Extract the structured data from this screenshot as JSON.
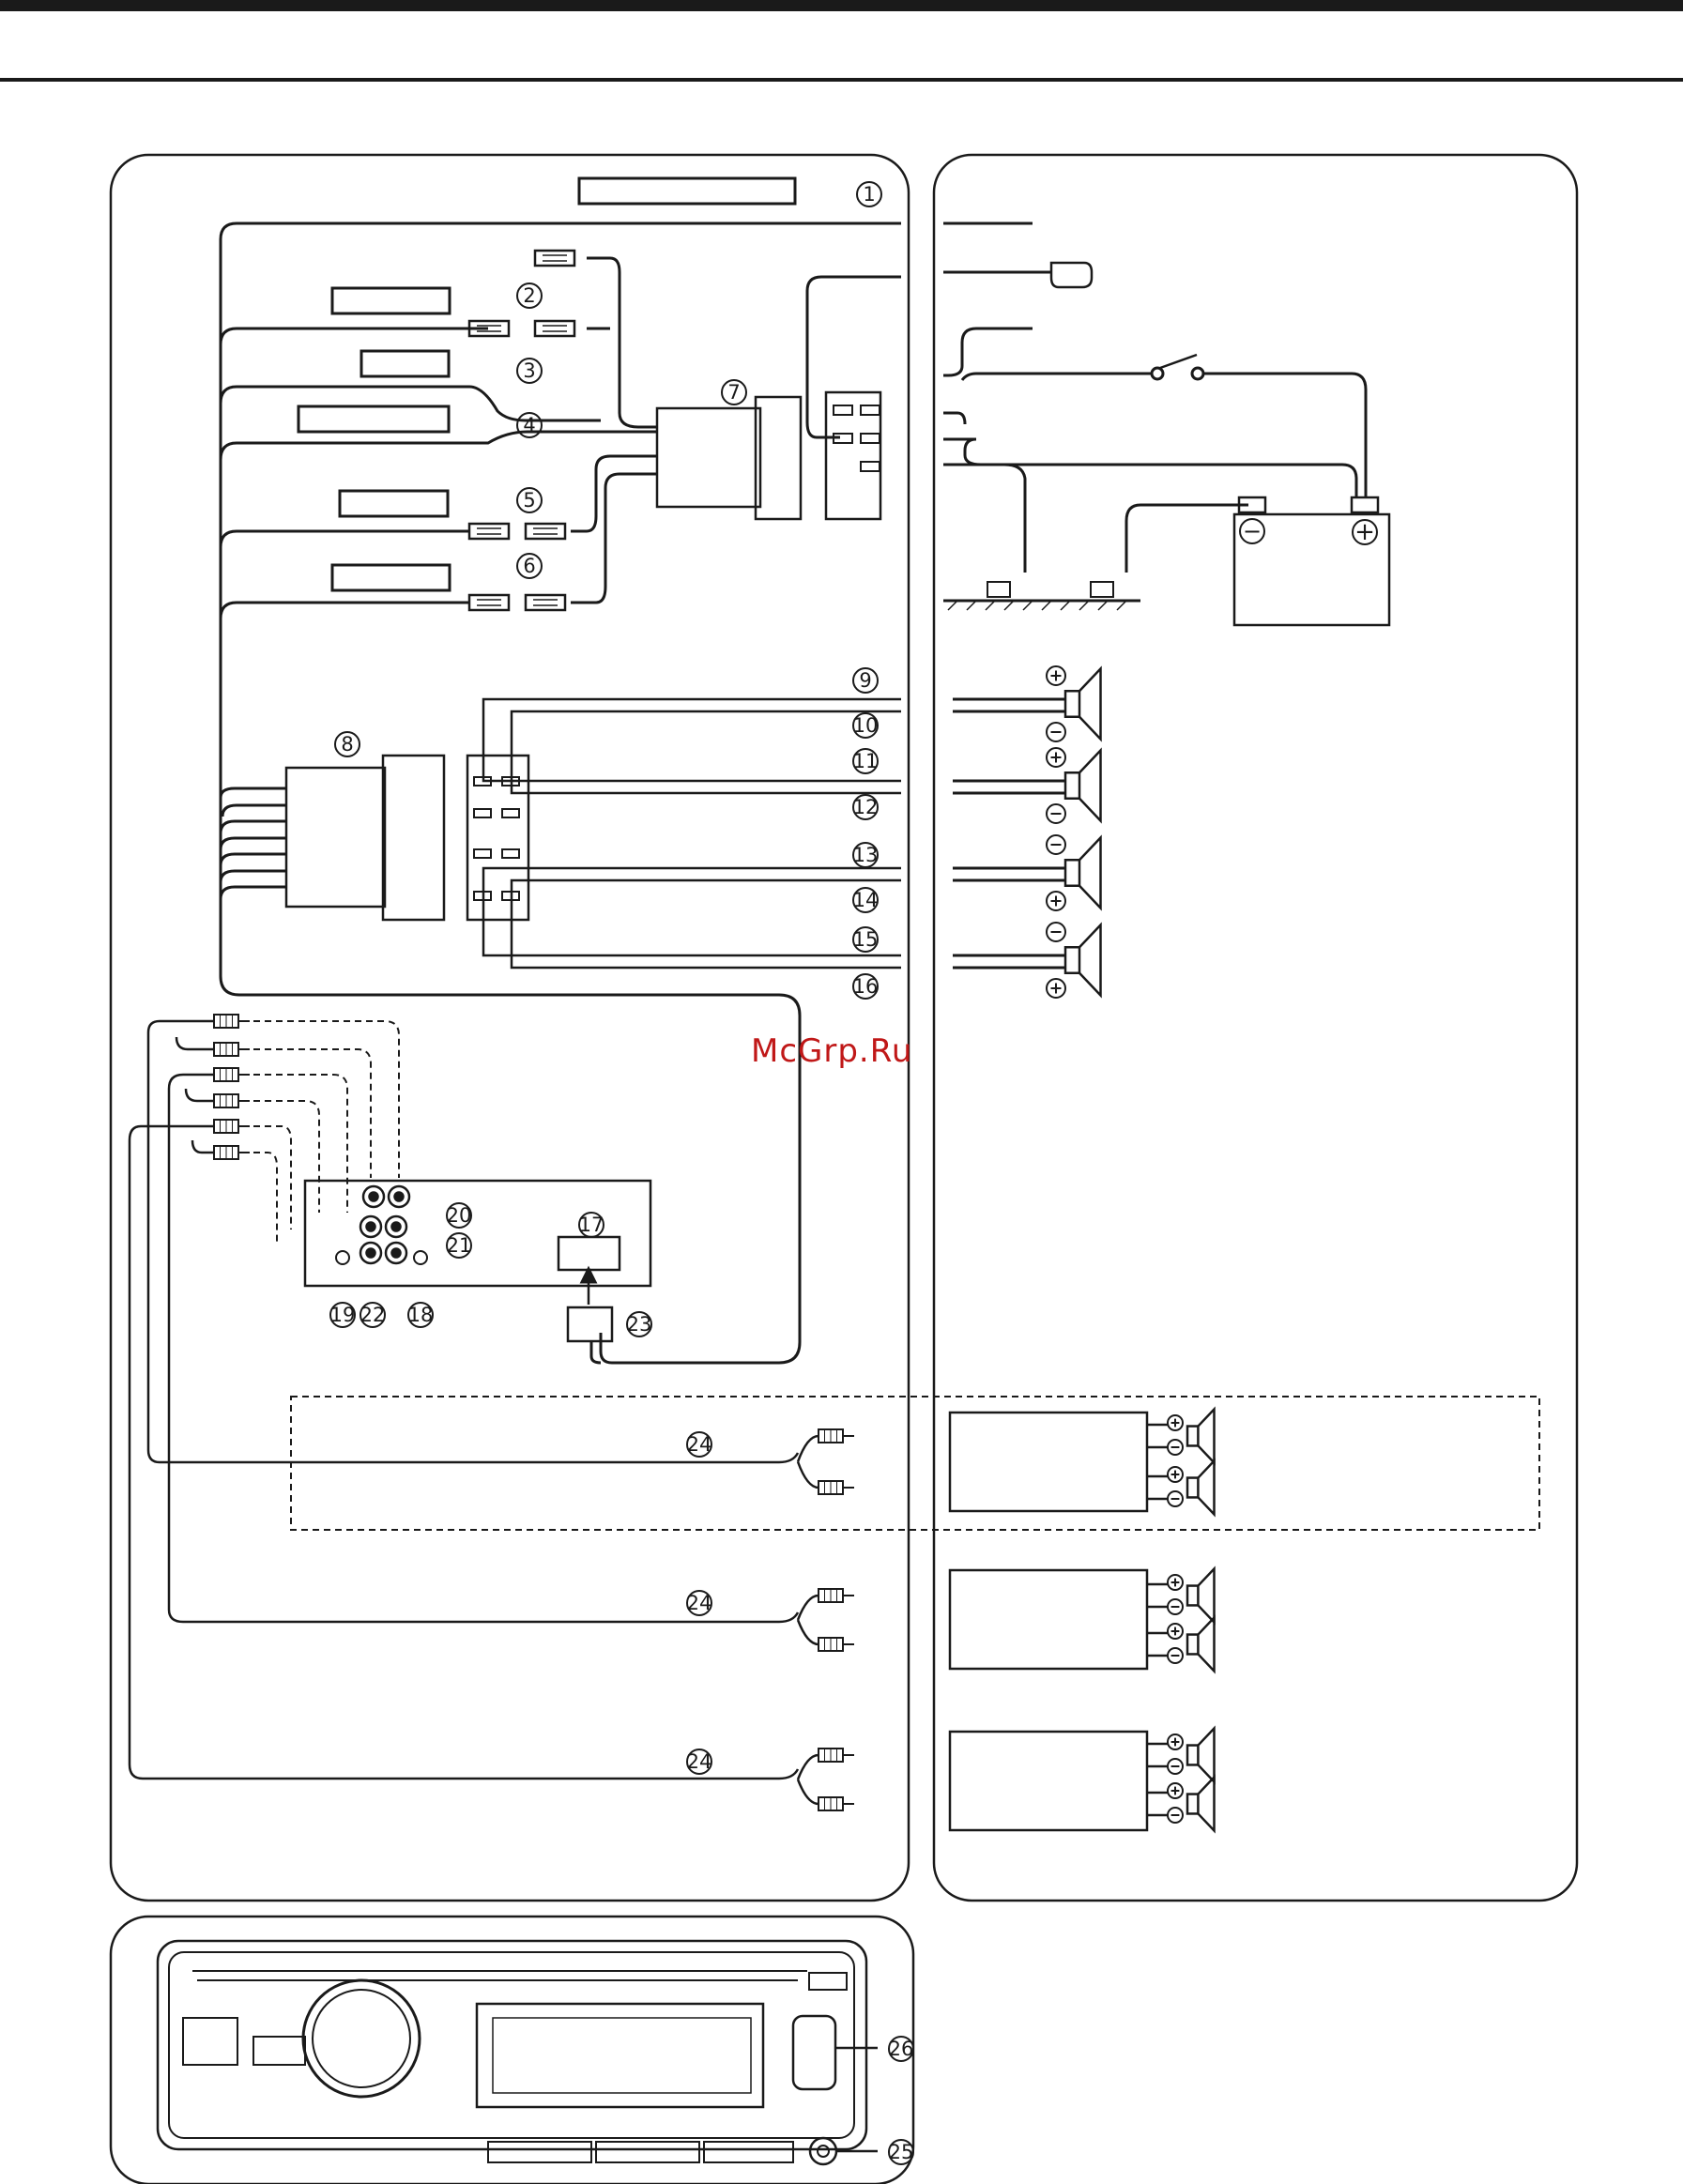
{
  "watermark": "McGrp.Ru",
  "colors": {
    "line": "#1a1a1a",
    "watermark": "#c01818",
    "background": "#ffffff"
  },
  "callouts": {
    "c1": "1",
    "c2": "2",
    "c3": "3",
    "c4": "4",
    "c5": "5",
    "c6": "6",
    "c7": "7",
    "c8": "8",
    "c9": "9",
    "c10": "10",
    "c11": "11",
    "c12": "12",
    "c13": "13",
    "c14": "14",
    "c15": "15",
    "c16": "16",
    "c17": "17",
    "c18": "18",
    "c19": "19",
    "c20": "20",
    "c21": "21",
    "c22": "22",
    "c23": "23",
    "c24a": "24",
    "c24b": "24",
    "c24c": "24",
    "c25": "25",
    "c26": "26"
  },
  "polarity": {
    "plus": "+",
    "minus": "−"
  },
  "icons": {
    "callout": "circled-number-icon",
    "speaker": "speaker-icon",
    "battery": "battery-icon",
    "fuse": "fuse-icon",
    "rca-plug": "rca-plug-icon",
    "connector": "connector-icon",
    "switch": "ignition-switch-icon",
    "ground": "chassis-ground-icon",
    "amplifier": "amplifier-box-icon",
    "head-unit": "head-unit-front-panel-icon"
  }
}
